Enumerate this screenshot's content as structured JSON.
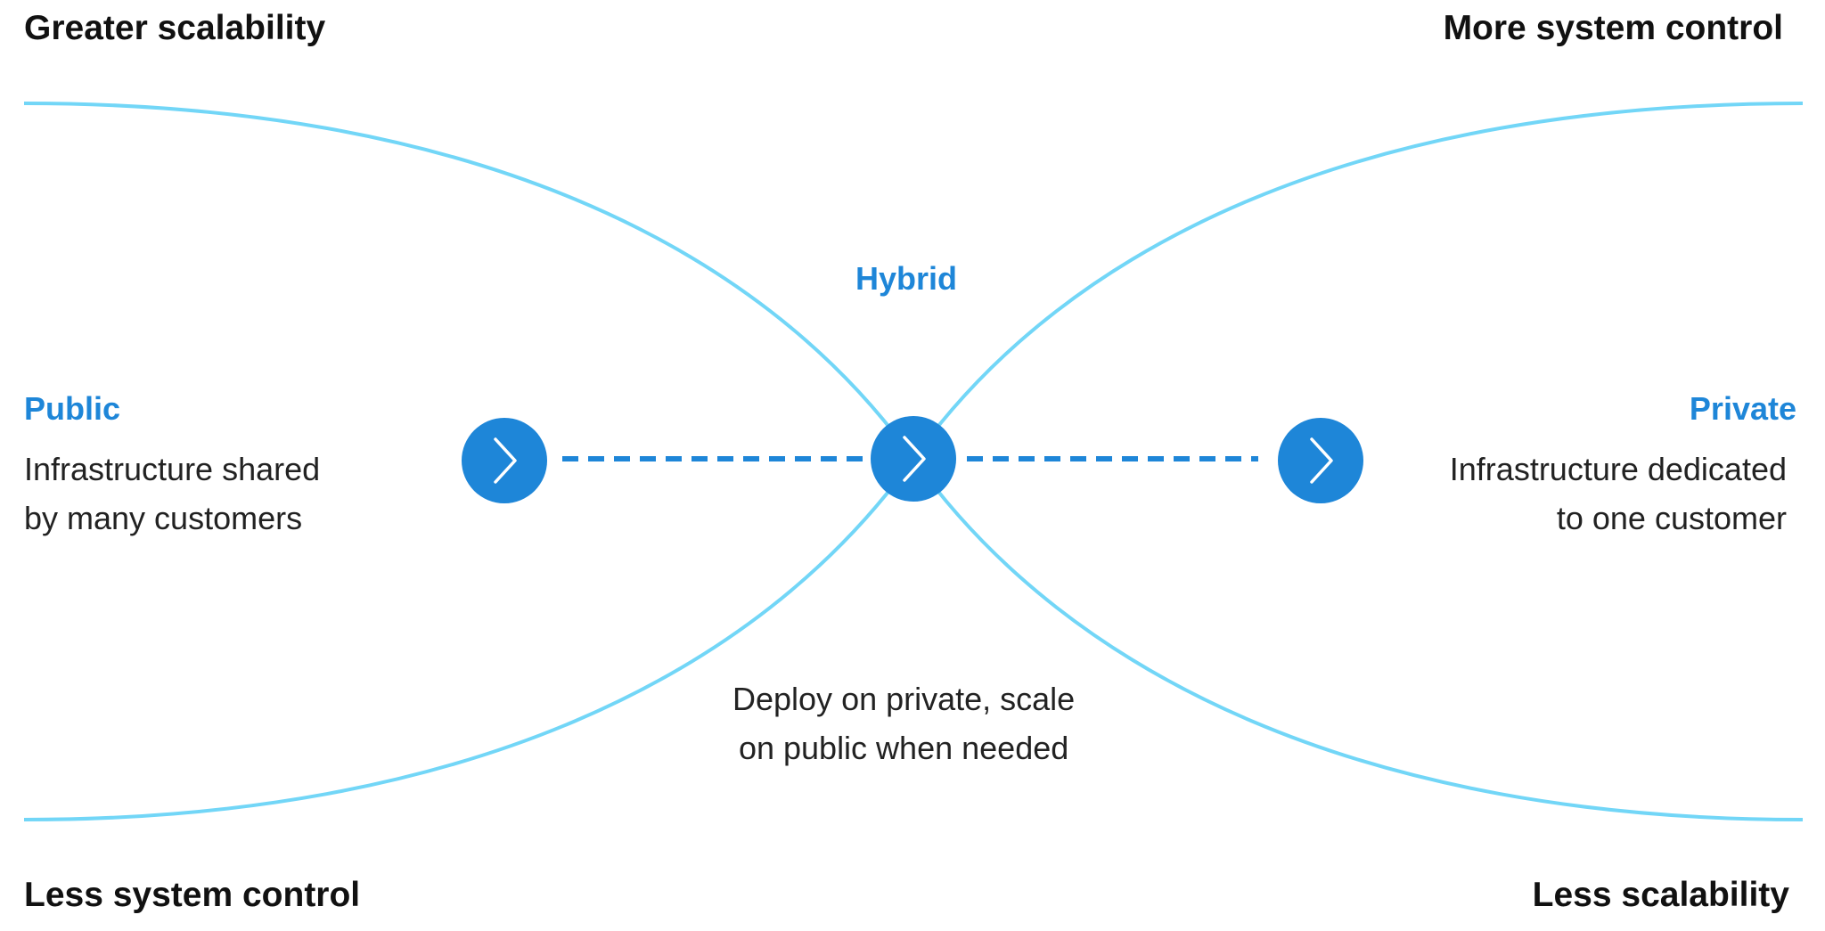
{
  "colors": {
    "accent": "#1e86d8",
    "curve": "#72d6f7",
    "corner_text": "#111111",
    "body_text": "#222222"
  },
  "corners": {
    "top_left": "Greater scalability",
    "top_right": "More system control",
    "bottom_left": "Less system control",
    "bottom_right": "Less scalability"
  },
  "public": {
    "title": "Public",
    "lines": [
      "Infrastructure shared",
      "by many customers"
    ]
  },
  "hybrid": {
    "title": "Hybrid",
    "lines": [
      "Deploy on private, scale",
      "on public when needed"
    ]
  },
  "private": {
    "title": "Private",
    "lines": [
      "Infrastructure dedicated",
      "to one customer"
    ]
  },
  "nodes": [
    {
      "icon": "chevron-right-icon"
    },
    {
      "icon": "chevron-right-icon"
    },
    {
      "icon": "chevron-right-icon"
    }
  ]
}
